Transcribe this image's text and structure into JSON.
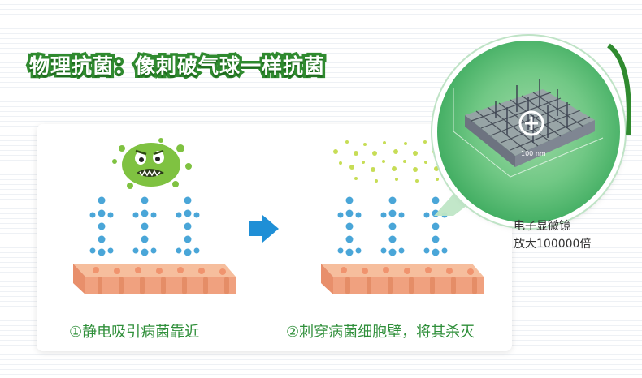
{
  "title": "物理抗菌：像刺破气球一样抗菌",
  "step1_caption": "①静电吸引病菌靠近",
  "step2_caption": "②刺穿病菌细胞壁，将其杀灭",
  "microscope": {
    "line1": "电子显微镜",
    "line2": "放大100000倍",
    "scale_label": "100 nm"
  },
  "colors": {
    "title_green": "#2f8a2f",
    "caption_green": "#2f8f3a",
    "arrow_blue": "#1f8fd6",
    "cell_pink": "#f2a47c",
    "ion_blue": "#4aa6d8",
    "bacteria_green": "#7fc241",
    "lens_green": "#71c885"
  },
  "icons": [
    "bacteria-icon",
    "arrow-right-icon",
    "zoom-plus-icon"
  ]
}
